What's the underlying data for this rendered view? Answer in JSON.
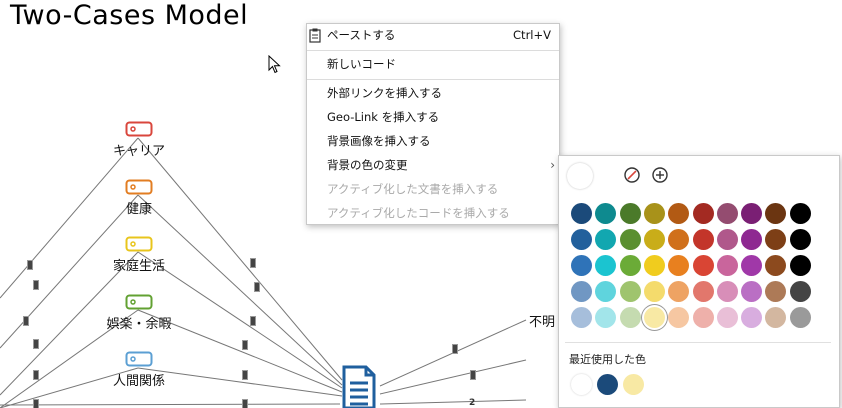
{
  "title": "Two-Cases Model",
  "codes": [
    {
      "label": "キャリア",
      "color": "#d9463c"
    },
    {
      "label": "健康",
      "color": "#e27d22"
    },
    {
      "label": "家庭生活",
      "color": "#e8c51c"
    },
    {
      "label": "娯楽・余暇",
      "color": "#62a132"
    },
    {
      "label": "人間関係",
      "color": "#5b9fd3"
    }
  ],
  "right_code": {
    "label": "不明"
  },
  "count_badge": "2",
  "context_menu": {
    "items": [
      {
        "label": "ペーストする",
        "shortcut": "Ctrl+V",
        "icon": "clipboard-icon",
        "disabled": false
      },
      {
        "label": "新しいコード",
        "disabled": false
      },
      {
        "label": "外部リンクを挿入する",
        "disabled": false
      },
      {
        "label": "Geo-Link を挿入する",
        "disabled": false
      },
      {
        "label": "背景画像を挿入する",
        "disabled": false
      },
      {
        "label": "背景の色の変更",
        "submenu": true,
        "arrow": "›",
        "disabled": false
      },
      {
        "label": "アクティブ化した文書を挿入する",
        "disabled": true
      },
      {
        "label": "アクティブ化したコードを挿入する",
        "disabled": true
      }
    ]
  },
  "color_panel": {
    "icons": [
      "no-color-icon",
      "add-color-icon"
    ],
    "rows": [
      [
        "#1b4a7a",
        "#0e8a8f",
        "#4b7a2a",
        "#a8921a",
        "#b25a14",
        "#a32a22",
        "#944c70",
        "#7a1f74",
        "#6b3511",
        "#000000"
      ],
      [
        "#22609c",
        "#12a7b0",
        "#5a8f2f",
        "#c9ad19",
        "#d0701b",
        "#c3352a",
        "#b0588b",
        "#8e2891",
        "#7d3f16",
        "#000000"
      ],
      [
        "#2f73b8",
        "#1bc4d0",
        "#6bab37",
        "#f0cc1e",
        "#e8801f",
        "#d94534",
        "#c9659c",
        "#a038a8",
        "#8c4a1e",
        "#000000"
      ],
      [
        "#7097c3",
        "#5fd4dd",
        "#9fc46e",
        "#f4db6c",
        "#eea363",
        "#e2776c",
        "#d88eb8",
        "#ba6fc4",
        "#ad7a57",
        "#444444"
      ],
      [
        "#a6bedb",
        "#a2e5ea",
        "#c5dbb0",
        "#f8e9a4",
        "#f6c7a2",
        "#eeb0aa",
        "#e9bfd7",
        "#d8addf",
        "#d3b7a0",
        "#9a9a9a"
      ]
    ],
    "selected": [
      4,
      3
    ],
    "recent_label": "最近使用した色",
    "recent": [
      "#ffffff",
      "#1b4a7a",
      "#f8e9a4"
    ]
  }
}
